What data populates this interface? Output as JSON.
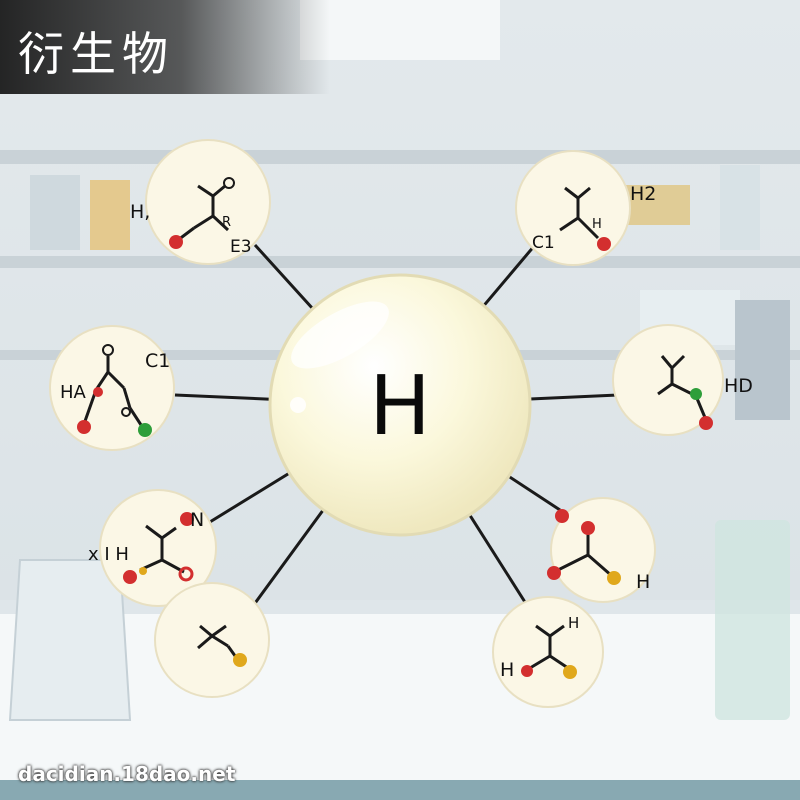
{
  "title": "衍生物",
  "watermark": "dacidian.18dao.net",
  "center_label": "H",
  "molecule_labels": {
    "m1a": "H,",
    "m1b": "E3",
    "m1c": "R",
    "m2a": "H2",
    "m2b": "C1",
    "m2c": "H",
    "m3a": "C1",
    "m3b": "HA",
    "m4a": "HD",
    "m5a": "N",
    "m5b": "x I H",
    "m7a": "H",
    "m8a": "H",
    "m8b": "H"
  },
  "colors": {
    "accent_red": "#d32f2f",
    "accent_green": "#2e9e3a",
    "accent_yellow": "#e0a81c",
    "bubble_fill": "#fbf7e6",
    "center_fill": "#fbf8dc"
  }
}
